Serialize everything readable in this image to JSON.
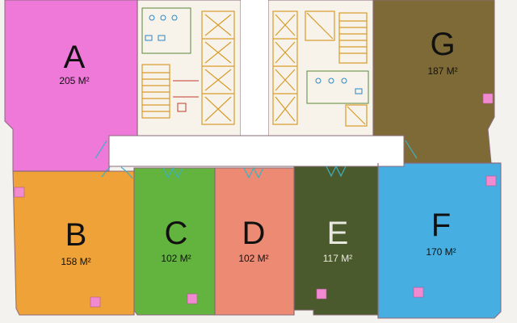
{
  "units": [
    {
      "id": "A",
      "letter": "A",
      "area": "205 M²",
      "color": "#ef79d9"
    },
    {
      "id": "B",
      "letter": "B",
      "area": "158 M²",
      "color": "#eea237"
    },
    {
      "id": "C",
      "letter": "C",
      "area": "102 M²",
      "color": "#63b43e"
    },
    {
      "id": "D",
      "letter": "D",
      "area": "102 M²",
      "color": "#ec8a74"
    },
    {
      "id": "E",
      "letter": "E",
      "area": "117 M²",
      "color": "#4a5a2d"
    },
    {
      "id": "F",
      "letter": "F",
      "area": "170 M²",
      "color": "#46aee0"
    },
    {
      "id": "G",
      "letter": "G",
      "area": "187 M²",
      "color": "#7d6a37"
    }
  ],
  "colors": {
    "corridor": "#ffffff",
    "core": "#f7f3ea",
    "column_marker": "#f28ad1",
    "wall": "#8a6a7a"
  }
}
